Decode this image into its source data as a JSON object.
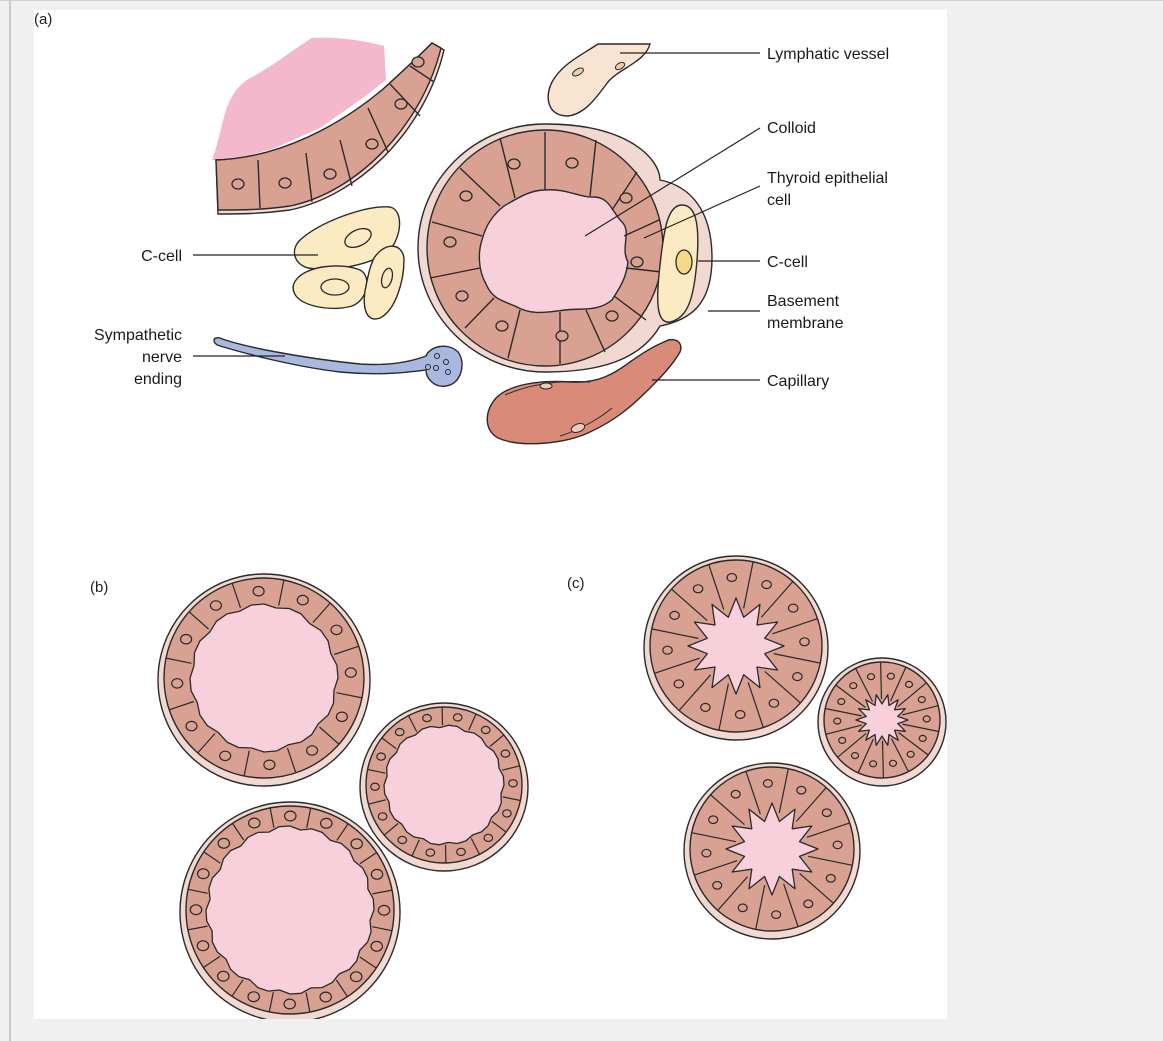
{
  "panels": {
    "a": "(a)",
    "b": "(b)",
    "c": "(c)"
  },
  "labels": {
    "lymphatic_vessel": "Lymphatic vessel",
    "colloid": "Colloid",
    "thyroid_epithelial_cell": [
      "Thyroid epithelial",
      "cell"
    ],
    "c_cell_right": "C-cell",
    "c_cell_left": "C-cell",
    "basement_membrane": [
      "Basement",
      "membrane"
    ],
    "capillary": "Capillary",
    "sympathetic_nerve_ending": [
      "Sympathetic",
      "nerve",
      "ending"
    ]
  },
  "colors": {
    "epithelium": "#d9a191",
    "colloid": "#f8d0db",
    "outer_colloid": "#f3b8cc",
    "basement": "#f1d8d0",
    "c_cell": "#fcebc2",
    "lymphatic": "#f8e4d0",
    "nerve": "#a8b8df",
    "capillary": "#d98a78"
  }
}
